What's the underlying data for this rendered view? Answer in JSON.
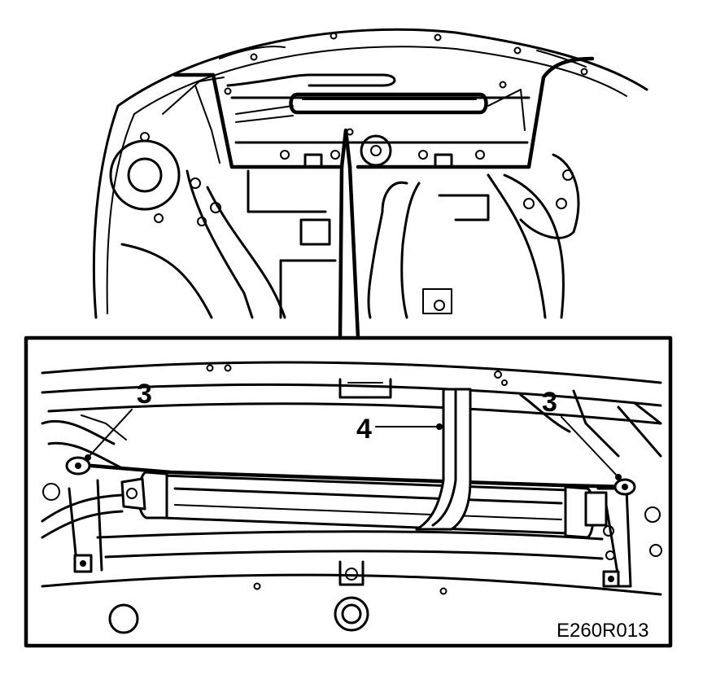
{
  "labels": {
    "left_bolt": "3",
    "right_bolt": "3",
    "strap": "4"
  },
  "figure_id": "E260R013"
}
